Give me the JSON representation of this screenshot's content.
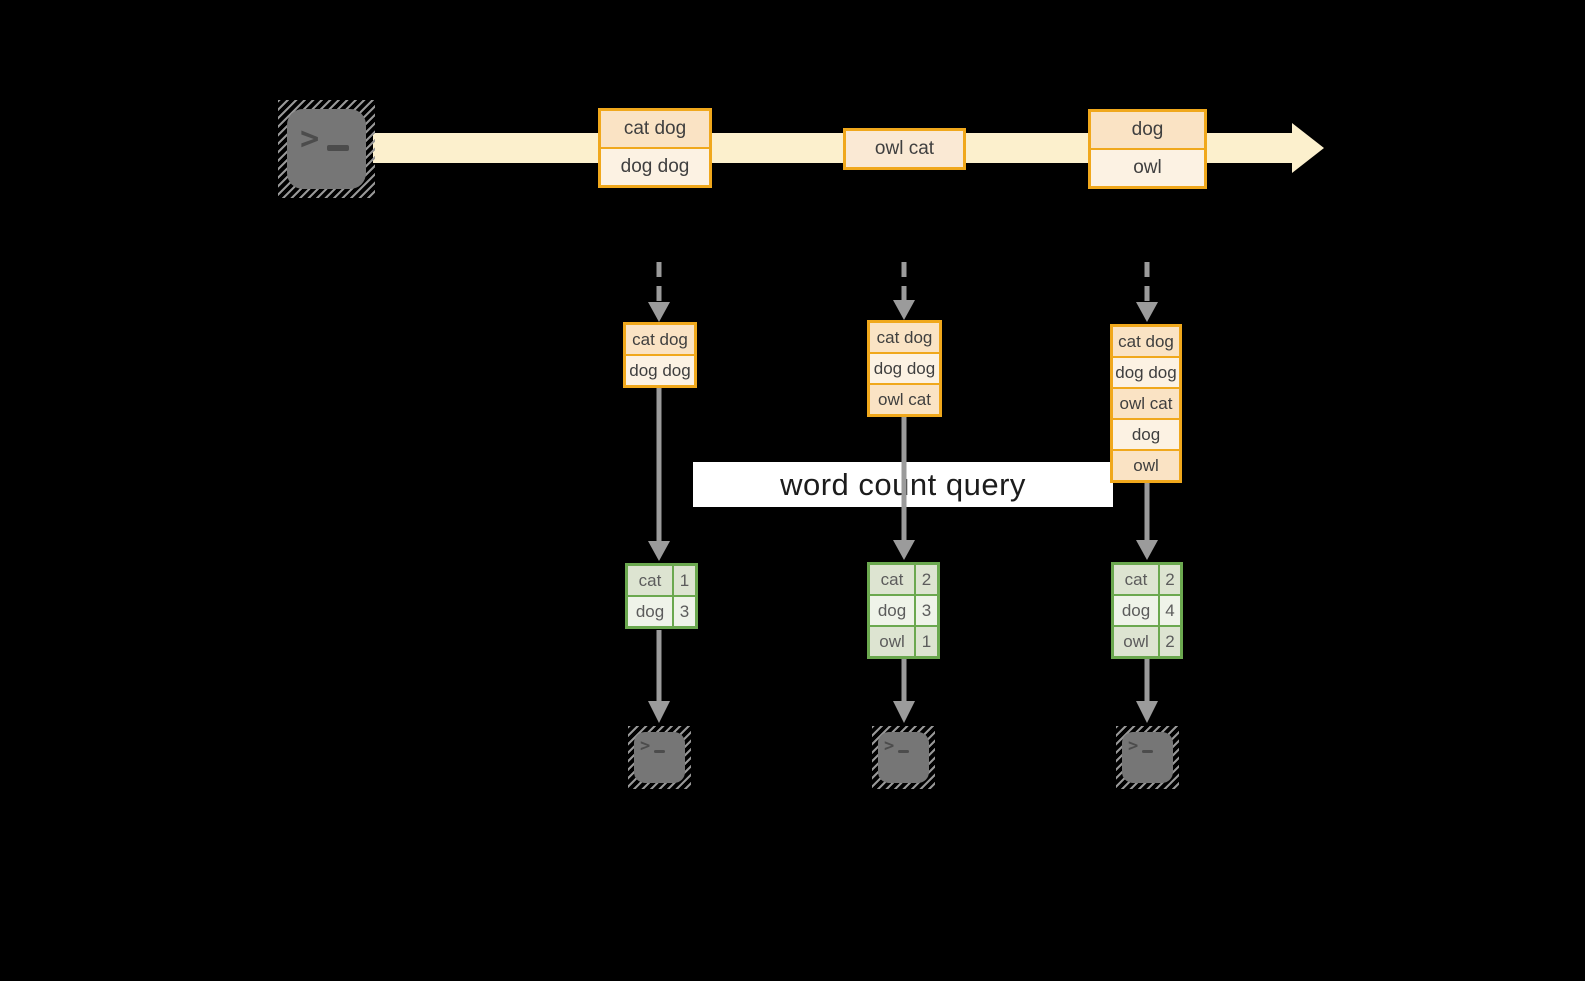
{
  "diagram": {
    "query_label": "word count query",
    "source_icon": "terminal-icon",
    "sink_icon": "terminal-icon"
  },
  "colors": {
    "background": "#000000",
    "stream_band": "#FCF0CD",
    "record_border": "#F0A81C",
    "record_fill_dark": "#FAE3C4",
    "record_fill_light": "#FCF2E3",
    "table_border": "#6BA84F",
    "table_fill_dark": "#DDE4D1",
    "table_fill_light": "#EFF3E9",
    "arrow_gray": "#9B9B9B",
    "label_band": "#FFFFFF"
  },
  "stream": {
    "batches": [
      {
        "records": [
          "cat dog",
          "dog dog"
        ]
      },
      {
        "records": [
          "owl cat"
        ]
      },
      {
        "records": [
          "dog",
          "owl"
        ]
      }
    ]
  },
  "accumulated_batches": [
    {
      "records": [
        "cat dog",
        "dog dog"
      ]
    },
    {
      "records": [
        "cat dog",
        "dog dog",
        "owl cat"
      ]
    },
    {
      "records": [
        "cat dog",
        "dog dog",
        "owl cat",
        "dog",
        "owl"
      ]
    }
  ],
  "count_tables": [
    {
      "rows": [
        {
          "word": "cat",
          "count": "1"
        },
        {
          "word": "dog",
          "count": "3"
        }
      ]
    },
    {
      "rows": [
        {
          "word": "cat",
          "count": "2"
        },
        {
          "word": "dog",
          "count": "3"
        },
        {
          "word": "owl",
          "count": "1"
        }
      ]
    },
    {
      "rows": [
        {
          "word": "cat",
          "count": "2"
        },
        {
          "word": "dog",
          "count": "4"
        },
        {
          "word": "owl",
          "count": "2"
        }
      ]
    }
  ]
}
